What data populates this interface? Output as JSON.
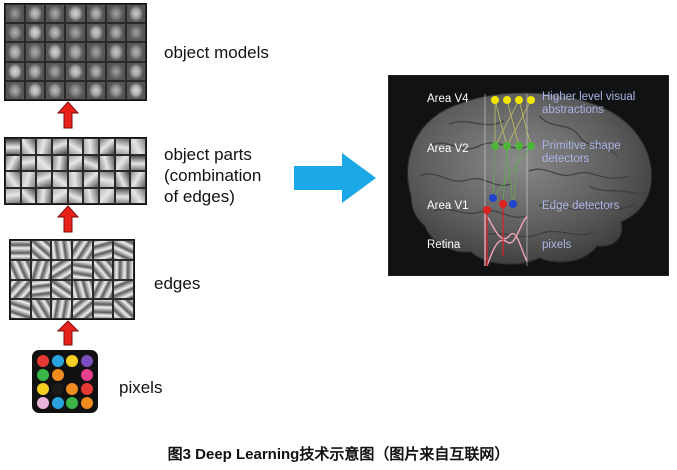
{
  "hierarchy": {
    "stages": [
      {
        "key": "object-models",
        "label": "object models"
      },
      {
        "key": "object-parts",
        "label": "object parts\n(combination\nof edges)"
      },
      {
        "key": "edges",
        "label": "edges"
      },
      {
        "key": "pixels",
        "label": "pixels"
      }
    ]
  },
  "brain": {
    "areas": [
      {
        "name": "Area V4",
        "description": "Higher level visual abstractions"
      },
      {
        "name": "Area V2",
        "description": "Primitive shape detectors"
      },
      {
        "name": "Area V1",
        "description": "Edge detectors"
      },
      {
        "name": "Retina",
        "description": "pixels"
      }
    ]
  },
  "caption": "图3 Deep Learning技术示意图（图片来自互联网）",
  "colors": {
    "arrow_red": "#e8221a",
    "arrow_blue": "#1aa9e6",
    "v4_node": "#f2e600",
    "v2_node": "#4fb53a",
    "v1_node_blue": "#2244cc",
    "v1_node_red": "#dd2222",
    "pixel_tiles": [
      "#e53935",
      "#2aa2e0",
      "#f5d020",
      "#7c4dbe",
      "#39b54a",
      "#f08c1e",
      "#111111",
      "#e83e8c",
      "#f5d020",
      "#1a1a1a",
      "#f08c1e",
      "#e53935",
      "#e8b4d8",
      "#2aa2e0",
      "#39b54a",
      "#f08c1e"
    ]
  }
}
